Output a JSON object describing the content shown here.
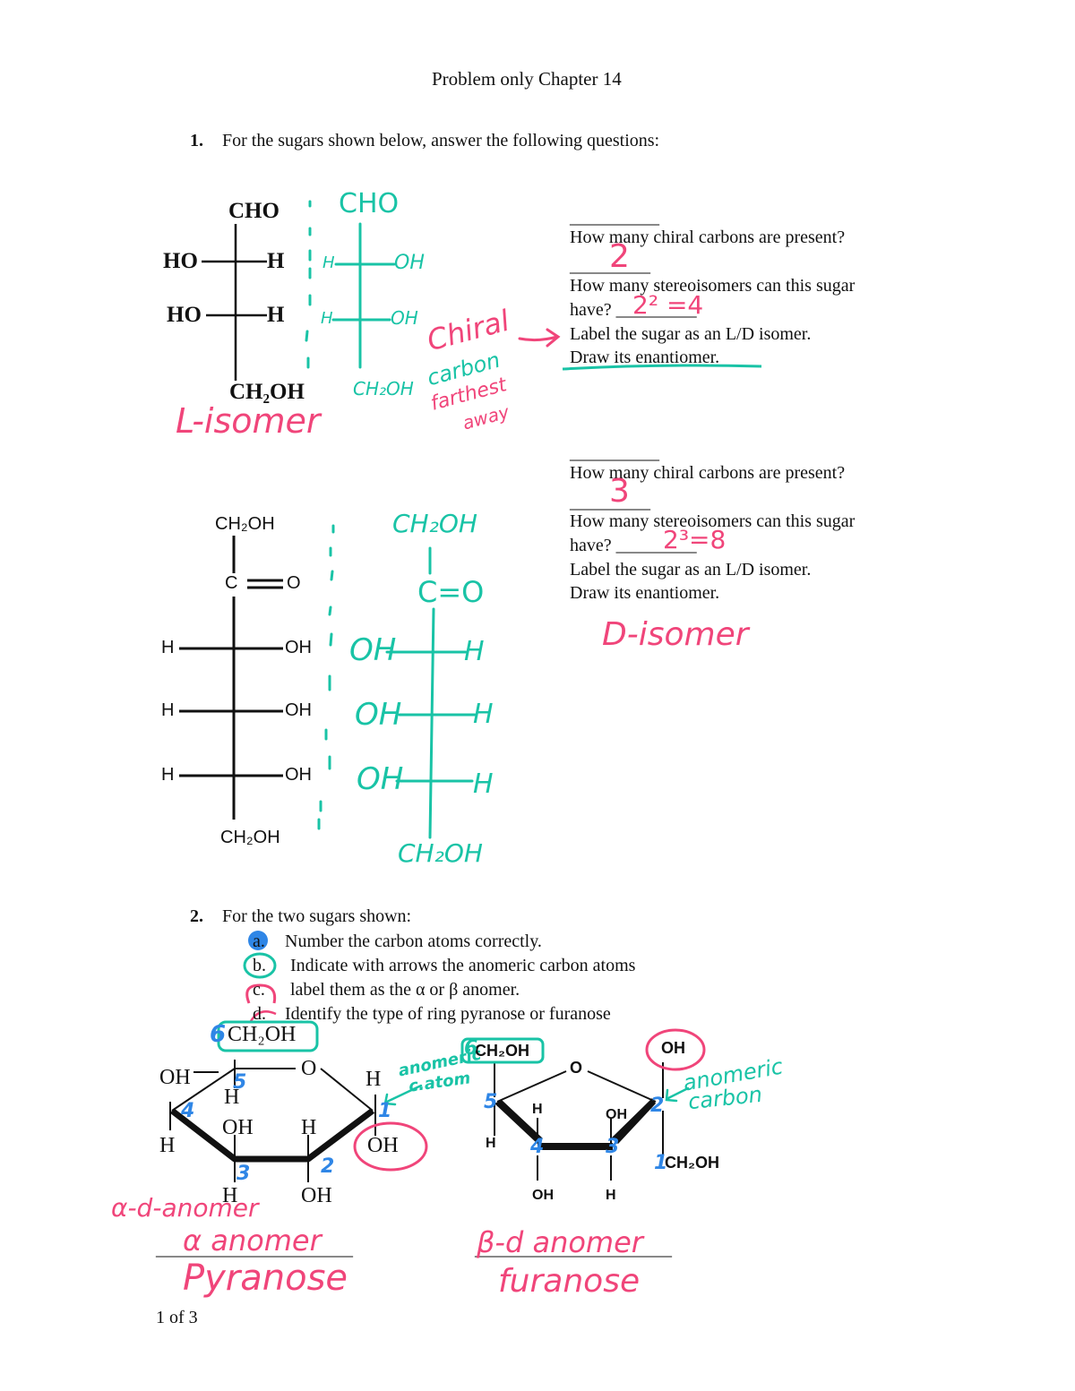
{
  "header": {
    "title": "Problem only Chapter 14"
  },
  "q1": {
    "number": "1.",
    "prompt": "For the sugars shown below, answer the following questions:",
    "mol1": {
      "top": "CHO",
      "row1_left": "HO",
      "row1_right": "H",
      "row2_left": "HO",
      "row2_right": "H",
      "bottom": "CH₂OH"
    },
    "mol1_drawn": {
      "top": "CHO",
      "row1_left": "H",
      "row1_right": "OH",
      "row2_left": "H",
      "row2_right": "OH",
      "bottom": "CH₂OH"
    },
    "mol1_note": "L-isomer",
    "chiral_note": [
      "Chiral",
      "carbon",
      "farthest",
      "away"
    ],
    "block1": {
      "blank": "__________",
      "q_chiral": "How many chiral carbons are present?",
      "blank2": "_________",
      "ans_chiral": "2",
      "q_stereo_1": "How many stereoisomers can this sugar",
      "q_stereo_2": "have? _________",
      "ans_stereo": "2² =4",
      "q_label": "Label the sugar as an L/D isomer.",
      "q_draw": "Draw its enantiomer."
    },
    "mol2": {
      "top": "CH₂OH",
      "carbonyl_c": "C",
      "carbonyl_o": "O",
      "row1_left": "H",
      "row1_right": "OH",
      "row2_left": "H",
      "row2_right": "OH",
      "row3_left": "H",
      "row3_right": "OH",
      "bottom": "CH₂OH"
    },
    "mol2_drawn": {
      "top": "CH₂OH",
      "carbonyl": "C=O",
      "row1_left": "OH",
      "row1_right": "H",
      "row2_left": "OH",
      "row2_right": "H",
      "row3_left": "OH",
      "row3_right": "H",
      "bottom": "CH₂OH"
    },
    "block2": {
      "blank": "__________",
      "q_chiral": "How many chiral carbons are present?",
      "blank2": "_________",
      "ans_chiral": "3",
      "q_stereo_1": "How many stereoisomers can this sugar",
      "q_stereo_2": "have? _________",
      "ans_stereo": "2³=8",
      "q_label": "Label the sugar as an L/D isomer.",
      "q_draw": "Draw its enantiomer.",
      "note": "D-isomer"
    }
  },
  "q2": {
    "number": "2.",
    "prompt": "For the two sugars shown:",
    "items": [
      {
        "letter": "a.",
        "text": "Number the carbon atoms correctly."
      },
      {
        "letter": "b.",
        "text": "Indicate with arrows the anomeric carbon atoms"
      },
      {
        "letter": "c.",
        "text": "label them as the α or β anomer."
      },
      {
        "letter": "d.",
        "text": "Identify the type of ring pyranose or furanose"
      }
    ],
    "pyranose": {
      "ch2oh": "CH₂OH",
      "ring_o": "O",
      "c5_oh": "OH",
      "c5_h": "H",
      "c1_h": "H",
      "c1_oh": "OH",
      "c4_h": "H",
      "c3_oh": "OH",
      "c2_h": "H",
      "c3_h": "H",
      "c2_oh": "OH",
      "num_c6": "6",
      "num_c5": "5",
      "num_c4": "4",
      "num_c3": "3",
      "num_c2": "2",
      "num_c1": "1",
      "anomeric_note": [
        "anomeric",
        "c.atom"
      ],
      "note1": "α-d-anomer",
      "blank": "______________________",
      "note2": "α anomer",
      "ring_type": "Pyranose"
    },
    "furanose": {
      "ch2oh_top": "CH₂OH",
      "ring_o": "O",
      "oh_top": "OH",
      "h_c5": "H",
      "h_c4": "H",
      "oh_c3": "OH",
      "oh_bottom": "OH",
      "h_bottom": "H",
      "ch2oh_right": "CH₂OH",
      "num_c6": "6",
      "num_c5": "5",
      "num_c4": "4",
      "num_c3": "3",
      "num_c2": "2",
      "num_c1": "1",
      "anomeric_note": [
        "anomeric",
        "carbon"
      ],
      "blank": "______________________",
      "note": "β-d anomer",
      "ring_type": "furanose"
    }
  },
  "footer": {
    "page": "1 of 3"
  },
  "colors": {
    "teal": "#19c3a6",
    "pink": "#f0457a",
    "blue": "#2f86e6",
    "ink": "#111111"
  }
}
